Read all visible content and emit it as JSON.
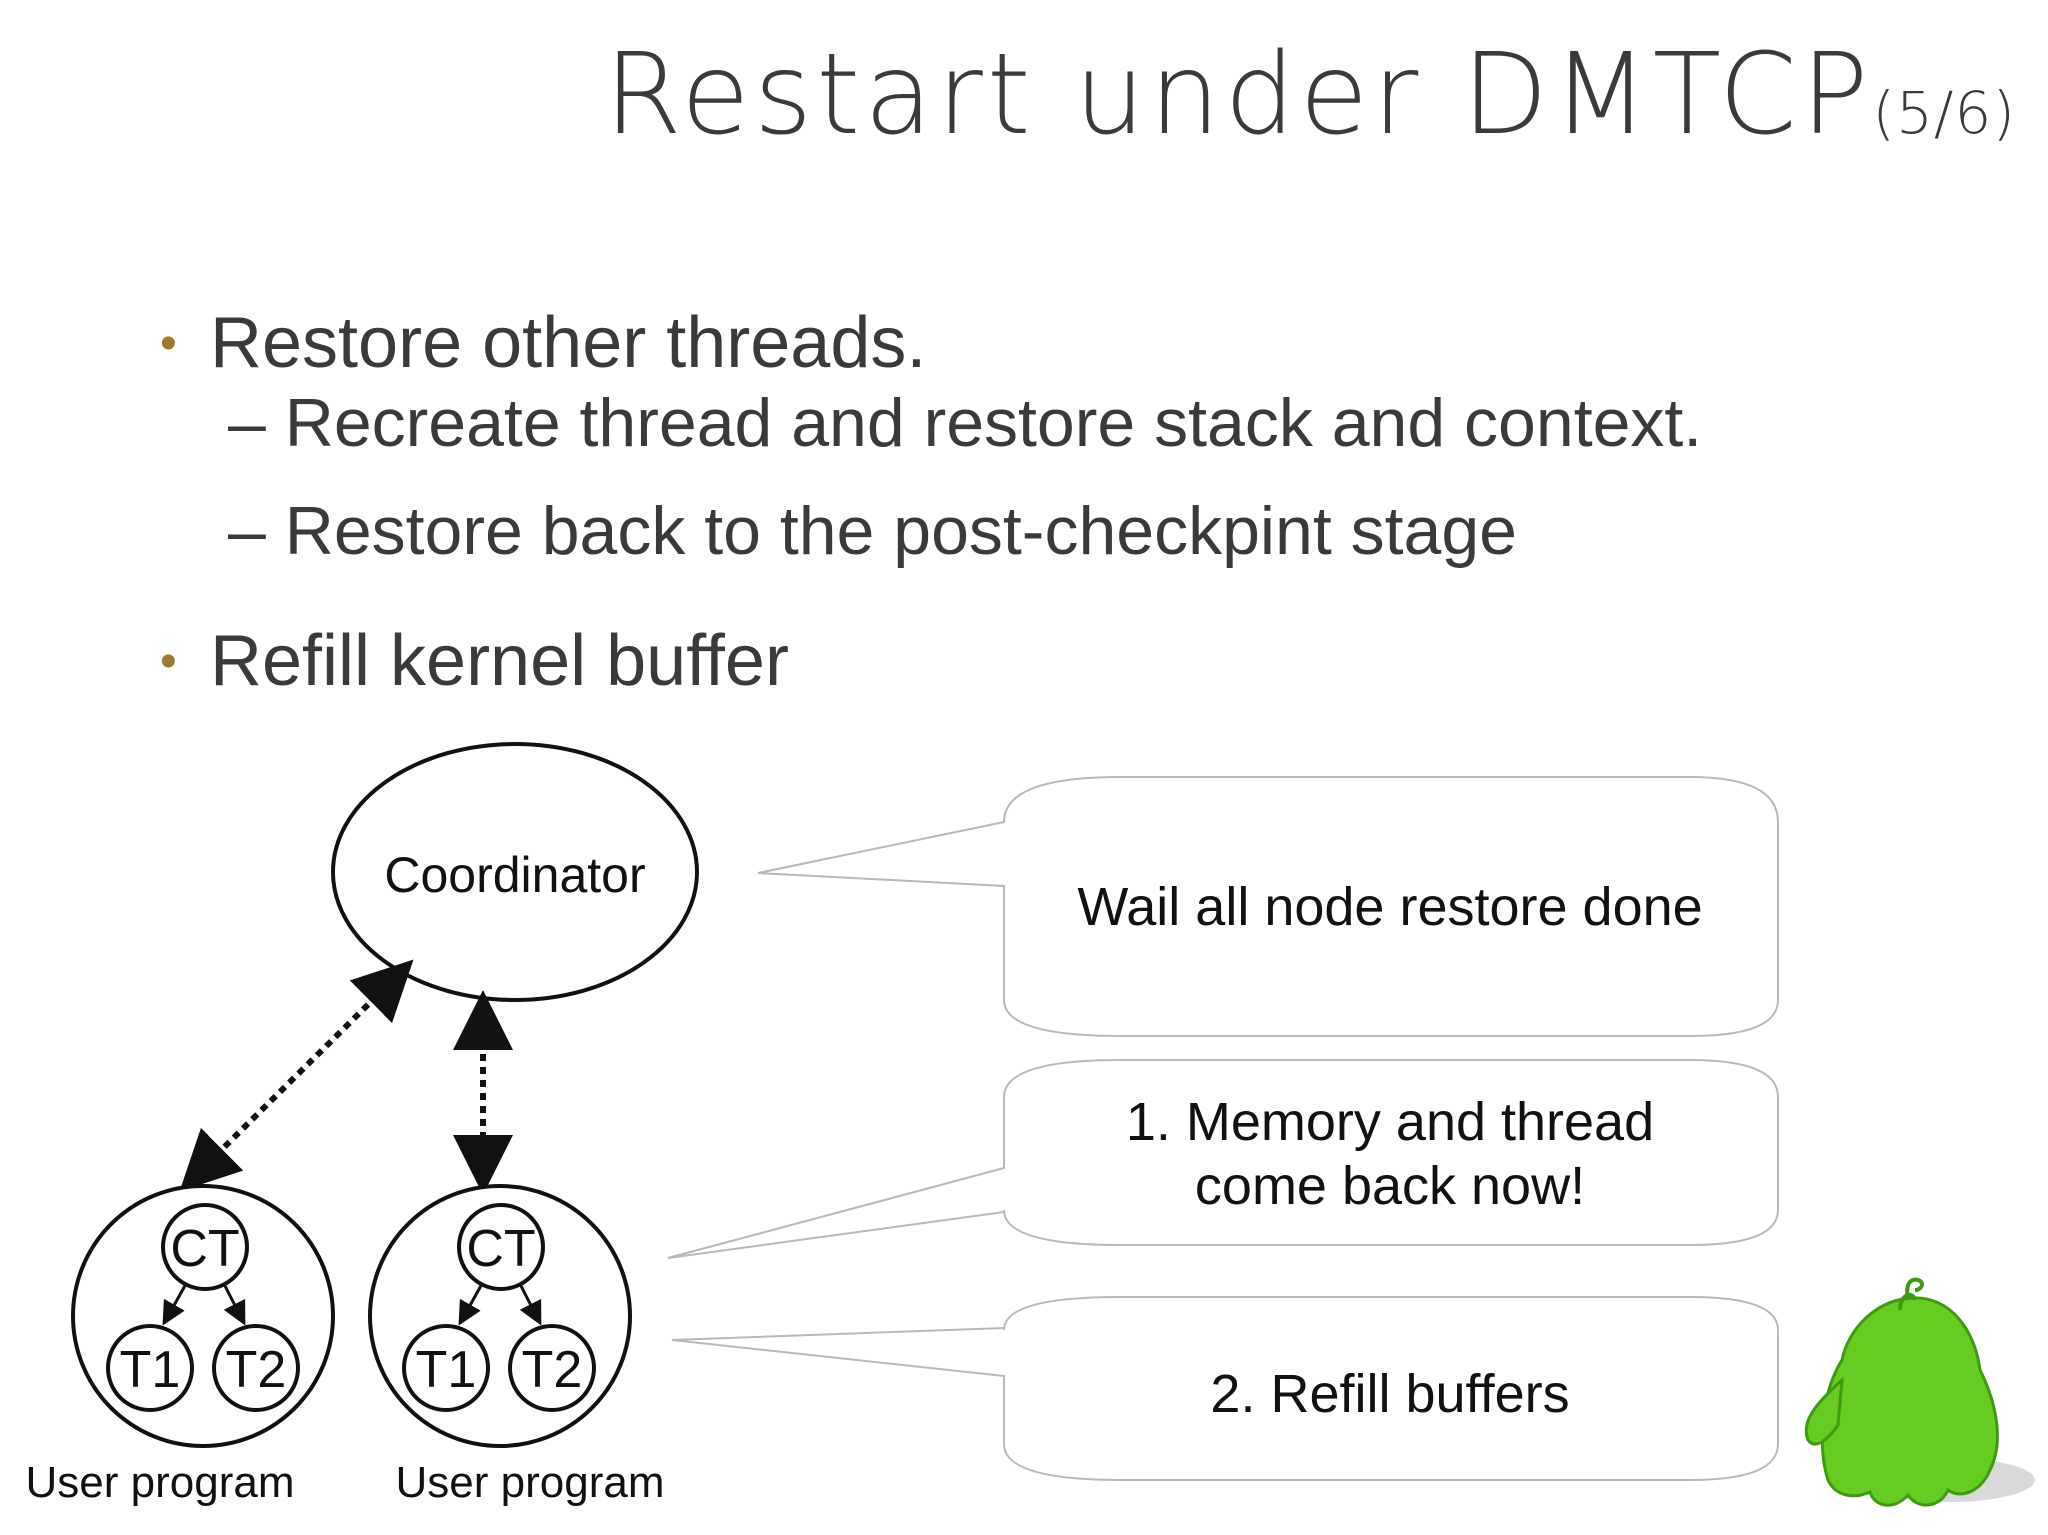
{
  "slide": {
    "title": "Restart under DMTCP",
    "title_suffix": "(5/6)"
  },
  "bullets": [
    {
      "text": "Restore other threads.",
      "sub": [
        "Recreate thread and restore stack and context.",
        "Restore back to the post-checkpint stage"
      ]
    },
    {
      "text": "Refill kernel buffer",
      "sub": []
    }
  ],
  "diagram": {
    "coordinator_label": "Coordinator",
    "nodes": [
      {
        "ct": "CT",
        "t1": "T1",
        "t2": "T2",
        "label": "User program"
      },
      {
        "ct": "CT",
        "t1": "T1",
        "t2": "T2",
        "label": "User program"
      }
    ],
    "callouts": [
      {
        "lines": [
          "Wail all node restore done"
        ]
      },
      {
        "lines": [
          "1. Memory and thread",
          "come back now!"
        ]
      },
      {
        "lines": [
          "2. Refill buffers"
        ]
      }
    ]
  },
  "colors": {
    "text": "#3a3a3a",
    "bullet": "#a07a2a",
    "mascot": "#66cc22",
    "callout_border": "#b8b8b8"
  },
  "icons": {
    "mascot": "green-android-mascot-icon"
  }
}
